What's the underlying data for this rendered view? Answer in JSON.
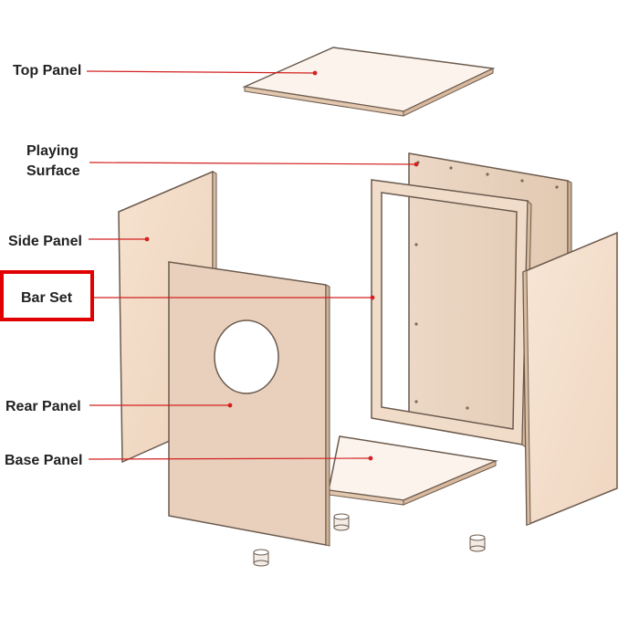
{
  "labels": {
    "top_panel": "Top Panel",
    "playing_surface_line1": "Playing",
    "playing_surface_line2": "Surface",
    "side_panel": "Side Panel",
    "bar_set": "Bar Set",
    "rear_panel": "Rear Panel",
    "base_panel": "Base Panel"
  },
  "colors": {
    "leader_line": "#d42020",
    "highlight_box": "#e00000",
    "wood_light": "#f3dcc6",
    "wood_mid": "#e9cfb8",
    "wood_edge": "#c9a98a",
    "outline": "#6b5a4d",
    "label_text": "#222222"
  },
  "highlighted_label": "bar_set"
}
